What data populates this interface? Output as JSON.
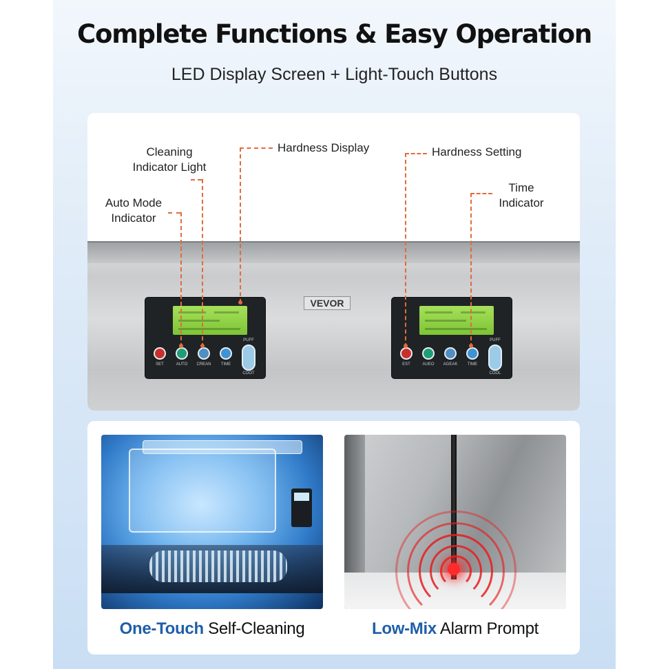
{
  "header": {
    "title": "Complete Functions & Easy Operation",
    "subtitle": "LED Display Screen + Light-Touch Buttons"
  },
  "panel": {
    "brand": "VEVOR",
    "left_callouts": {
      "auto_mode": [
        "Auto Mode",
        "Indicator"
      ],
      "cleaning": [
        "Cleaning",
        "Indicator Light"
      ],
      "hardness_display": "Hardness Display"
    },
    "right_callouts": {
      "hardness_setting": "Hardness Setting",
      "time": [
        "Time",
        "Indicator"
      ]
    },
    "left_buttons": [
      "SET",
      "AUTO",
      "CREAN",
      "TIME"
    ],
    "right_buttons": [
      "EST",
      "AUEO",
      "AGEAK",
      "TIME"
    ],
    "pill_top": "PUFF",
    "pill_bottom_left": "COOT",
    "pill_bottom_right": "COOL",
    "button_colors": {
      "set": "#c9302c",
      "auto": "#1f9d78",
      "clean": "#4f8fc4",
      "time": "#3d93d6"
    }
  },
  "features": [
    {
      "highlight": "One-Touch",
      "rest": " Self-Cleaning",
      "icon": "cleaning-tank-photo"
    },
    {
      "highlight": "Low-Mix",
      "rest": " Alarm Prompt",
      "icon": "alarm-sensor-photo"
    }
  ],
  "colors": {
    "accent_blue": "#1f5fa8",
    "callout_orange": "#e46a3a",
    "lcd_green": "#8fd24a"
  }
}
